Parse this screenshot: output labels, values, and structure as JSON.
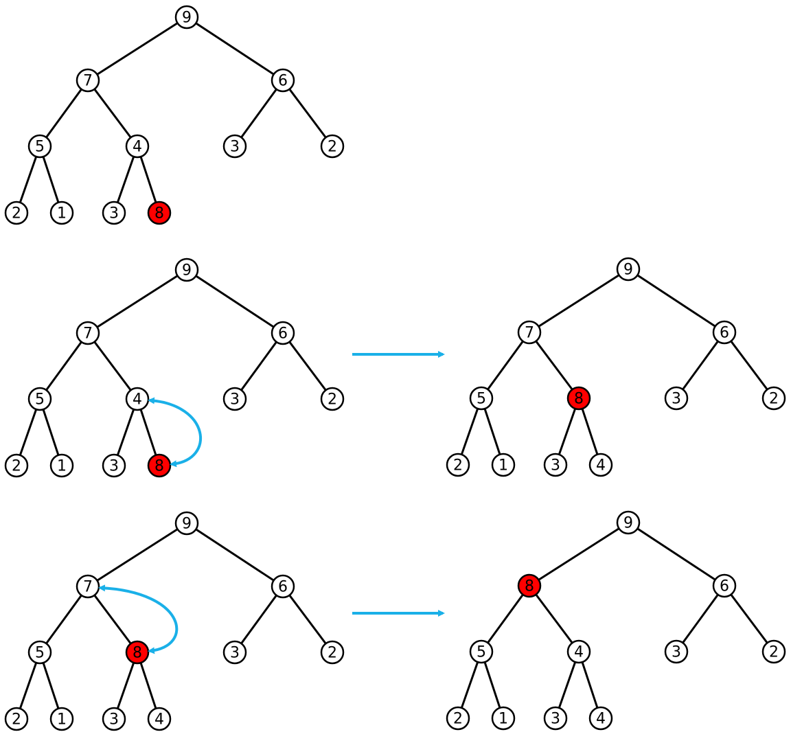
{
  "colors": {
    "node_fill": "#ffffff",
    "highlight_fill": "#ff0000",
    "edge": "#000000",
    "arrow": "#1ab0e8"
  },
  "trees": [
    {
      "id": "row1-tree",
      "labels": [
        "9",
        "7",
        "6",
        "5",
        "4",
        "3",
        "2",
        "2",
        "1",
        "3",
        "8"
      ],
      "highlight": [
        10
      ]
    },
    {
      "id": "row2-before",
      "labels": [
        "9",
        "7",
        "6",
        "5",
        "4",
        "3",
        "2",
        "2",
        "1",
        "3",
        "8"
      ],
      "highlight": [
        10
      ],
      "swap": [
        4,
        10
      ]
    },
    {
      "id": "row2-after",
      "labels": [
        "9",
        "7",
        "6",
        "5",
        "8",
        "3",
        "2",
        "2",
        "1",
        "3",
        "4"
      ],
      "highlight": [
        4
      ]
    },
    {
      "id": "row3-before",
      "labels": [
        "9",
        "7",
        "6",
        "5",
        "8",
        "3",
        "2",
        "2",
        "1",
        "3",
        "4"
      ],
      "highlight": [
        4
      ],
      "swap": [
        1,
        4
      ]
    },
    {
      "id": "row3-after",
      "labels": [
        "9",
        "8",
        "6",
        "5",
        "4",
        "3",
        "2",
        "2",
        "1",
        "3",
        "4"
      ],
      "highlight": [
        1
      ]
    }
  ],
  "transitions": [
    {
      "id": "row2-transition-arrow"
    },
    {
      "id": "row3-transition-arrow"
    }
  ]
}
